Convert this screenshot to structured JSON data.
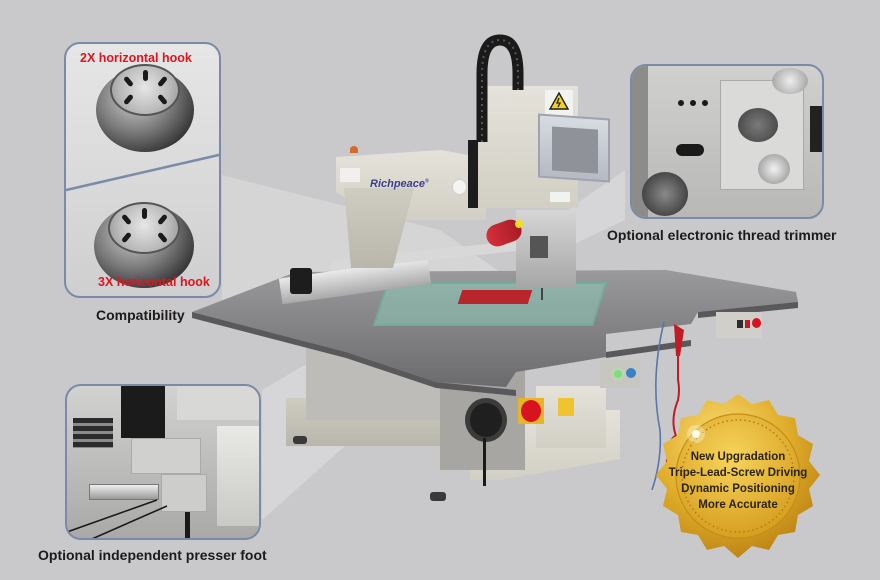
{
  "callouts": {
    "compatibility": {
      "caption": "Compatibility",
      "top_label": "2X horizontal hook",
      "bottom_label": "3X horizontal hook"
    },
    "thread_trimmer": {
      "caption": "Optional electronic thread trimmer"
    },
    "presser_foot": {
      "caption": "Optional independent presser foot"
    }
  },
  "machine": {
    "brand": "Richpeace",
    "brand_mark": "®"
  },
  "seal": {
    "lines": [
      "New Upgradation",
      "Tripe-Lead-Screw Driving",
      "Dynamic Positioning",
      "More Accurate"
    ]
  },
  "colors": {
    "background": "#c9c9cb",
    "frame_border": "#7a8aa8",
    "label_red": "#e1141e",
    "caption_dark": "#1e1a1a",
    "brand_blue": "#3b3f8c",
    "gold": "#d9a520"
  }
}
